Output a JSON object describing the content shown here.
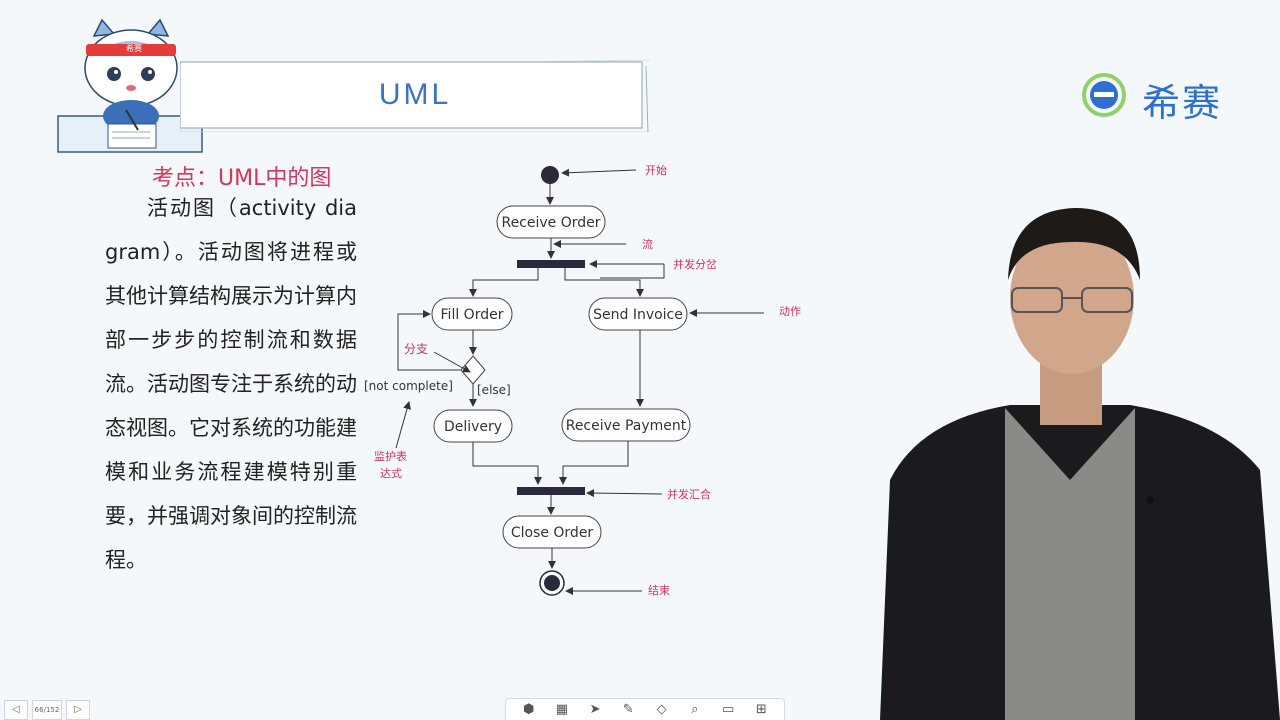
{
  "slide": {
    "title": "UML",
    "logo_text": "希赛",
    "mascot_badge": "希赛",
    "topic": "考点：UML中的图",
    "body": "活动图（activity diagram）。活动图将进程或其他计算结构展示为计算内部一步步的控制流和数据流。活动图专注于系统的动态视图。它对系统的功能建模和业务流程建模特别重要，并强调对象间的控制流程。"
  },
  "diagram": {
    "nodes": {
      "receive_order": "Receive Order",
      "fill_order": "Fill Order",
      "send_invoice": "Send Invoice",
      "delivery": "Delivery",
      "receive_payment": "Receive Payment",
      "close_order": "Close Order"
    },
    "guards": {
      "not_complete": "[not complete]",
      "else": "[else]"
    },
    "annotations": {
      "start": "开始",
      "flow": "流",
      "fork": "并发分岔",
      "action": "动作",
      "branch": "分支",
      "guard_line1": "监护表",
      "guard_line2": "达式",
      "join": "并发汇合",
      "end": "结束"
    }
  },
  "pager": {
    "page": "66/152"
  },
  "colors": {
    "accent": "#3a72c9",
    "annotation": "#d6345a",
    "bar": "#2a2a3a"
  }
}
